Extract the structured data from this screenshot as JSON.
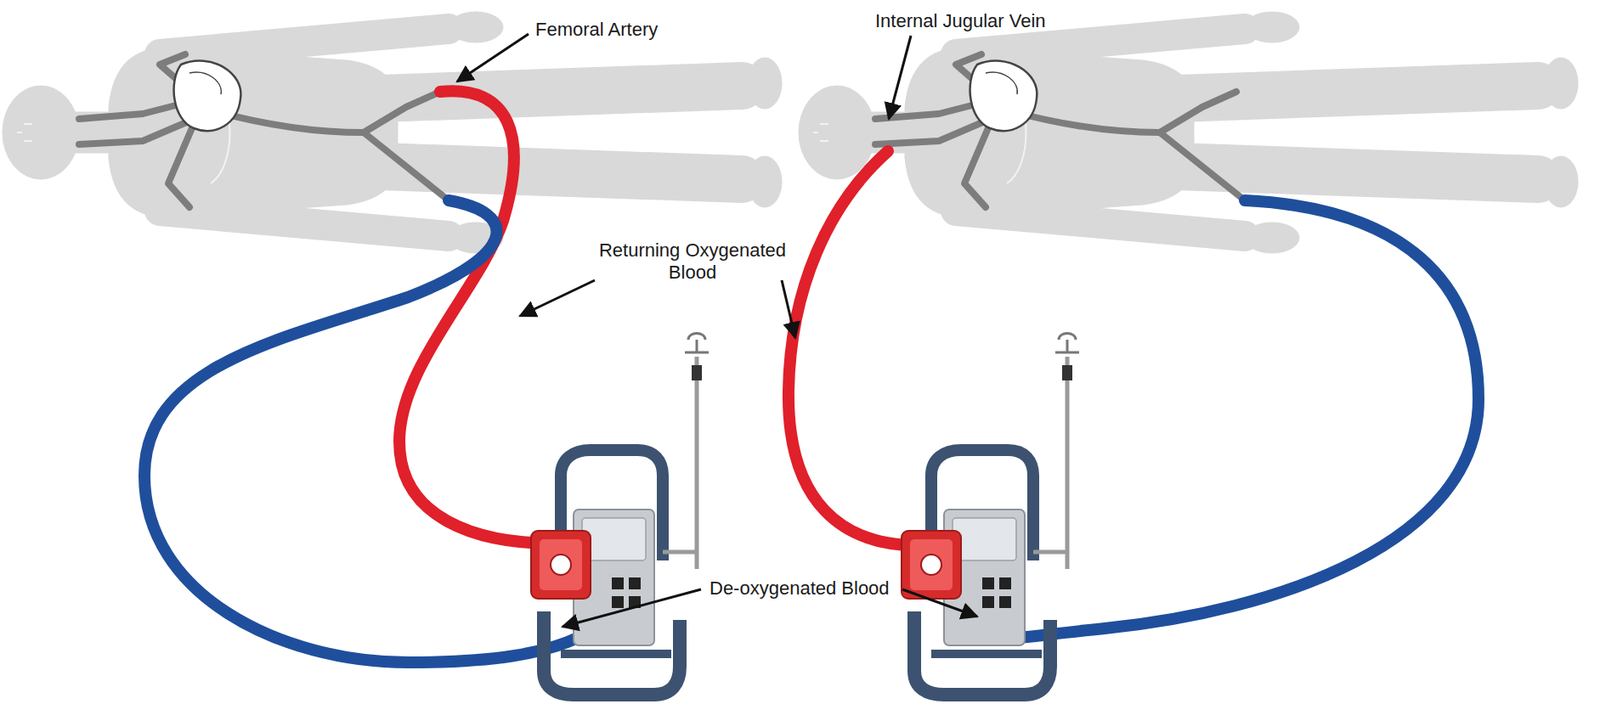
{
  "diagram": {
    "labels": [
      "Femoral Artery",
      "Internal Jugular Vein",
      "Returning Oxygenated Blood",
      "De-oxygenated Blood"
    ]
  }
}
